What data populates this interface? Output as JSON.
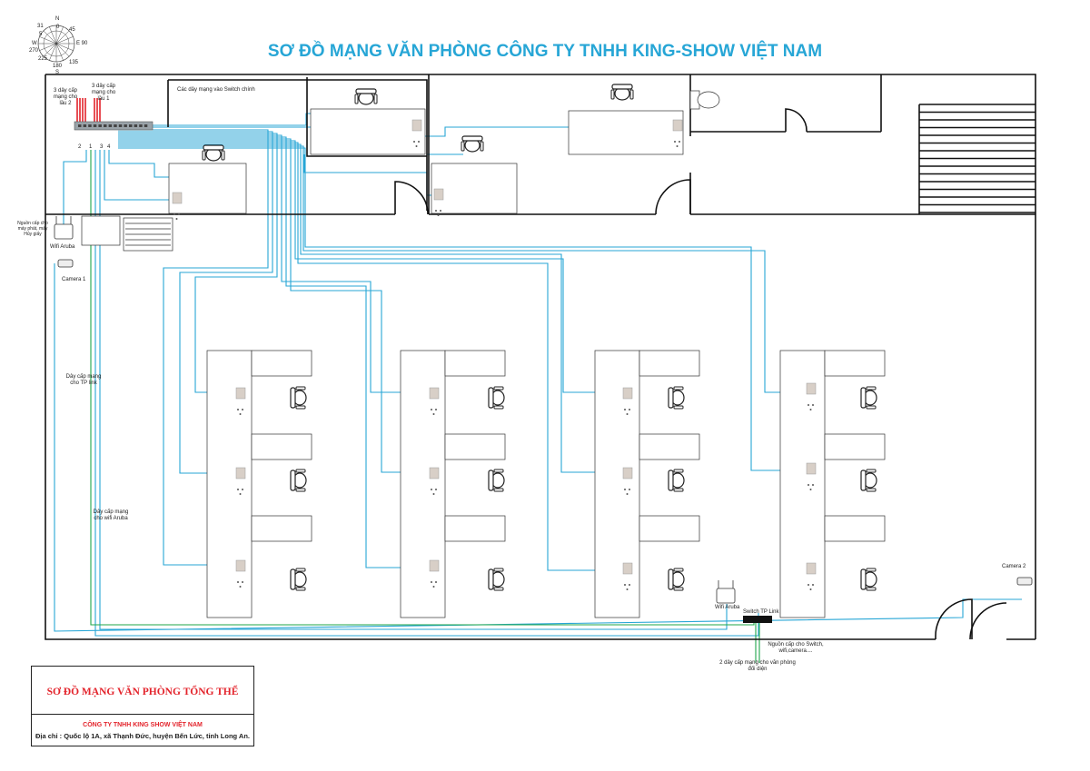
{
  "title": "SƠ ĐỒ MẠNG VĂN PHÒNG CÔNG TY TNHH KING-SHOW VIỆT NAM",
  "compass": {
    "labels": [
      {
        "text": "N"
      },
      {
        "text": "0"
      },
      {
        "text": "31"
      },
      {
        "text": "45"
      },
      {
        "text": "E 90"
      },
      {
        "text": "W"
      },
      {
        "text": "270"
      },
      {
        "text": "5"
      },
      {
        "text": "225"
      },
      {
        "text": "180"
      },
      {
        "text": "135"
      },
      {
        "text": "S"
      }
    ]
  },
  "labels": {
    "floor2_cables": "3 dây cấp mạng cho lầu 2",
    "floor1_cables": "3 dây cấp mạng cho lầu 1",
    "main_switch_cables": "Các dây mạng vào Switch chính",
    "port_labels": [
      "2",
      "1",
      "3",
      "4"
    ],
    "power_note": "Nguồn cấp cho máy phát, máy Hủy giấy",
    "wifi_left": "Wifi Aruba",
    "camera1": "Camera 1",
    "tplink_cable": "Dây cấp mạng cho TP link",
    "aruba_cable": "Dây cấp mạng cho wifi Aruba",
    "wifi_right": "Wifi Aruba",
    "switch_tplink": "Switch TP Link",
    "camera2": "Camera 2",
    "power_switch": "Nguồn cấp cho Switch, wifi,camera....",
    "opposite_office": "2 dây cấp mạng cho văn phòng đối diện"
  },
  "legend": {
    "heading": "SƠ ĐỒ MẠNG VĂN PHÒNG TỔNG THỂ",
    "company": "CÔNG TY TNHH KING SHOW VIỆT NAM",
    "address": "Địa chỉ : Quốc lộ 1A, xã Thạnh Đức, huyện Bến Lức, tỉnh Long An."
  },
  "colors": {
    "title": "#27a6d6",
    "network_cable": "#27a6d6",
    "uplink_cable": "#1fa64a",
    "floor_cable": "#e3232b",
    "wall": "#111111",
    "legend_heading": "#e3232b"
  }
}
